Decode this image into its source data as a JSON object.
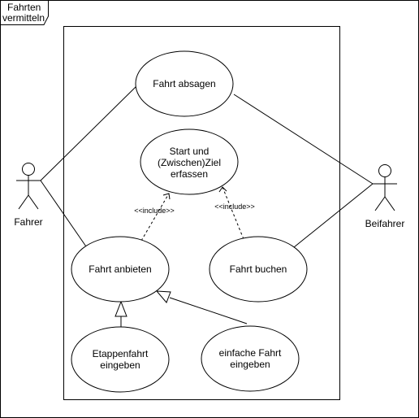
{
  "frame": {
    "title_line1": "Fahrten",
    "title_line2": "vermitteln"
  },
  "actors": {
    "left": "Fahrer",
    "right": "Beifahrer"
  },
  "use_cases": {
    "absagen": "Fahrt absagen",
    "ziel_line1": "Start und",
    "ziel_line2": "(Zwischen)Ziel",
    "ziel_line3": "erfassen",
    "anbieten": "Fahrt anbieten",
    "buchen": "Fahrt buchen",
    "etappe_line1": "Etappenfahrt",
    "etappe_line2": "eingeben",
    "einfach_line1": "einfache Fahrt",
    "einfach_line2": "eingeben"
  },
  "relations": {
    "include_left": "<<include>>",
    "include_right": "<<include>>"
  }
}
